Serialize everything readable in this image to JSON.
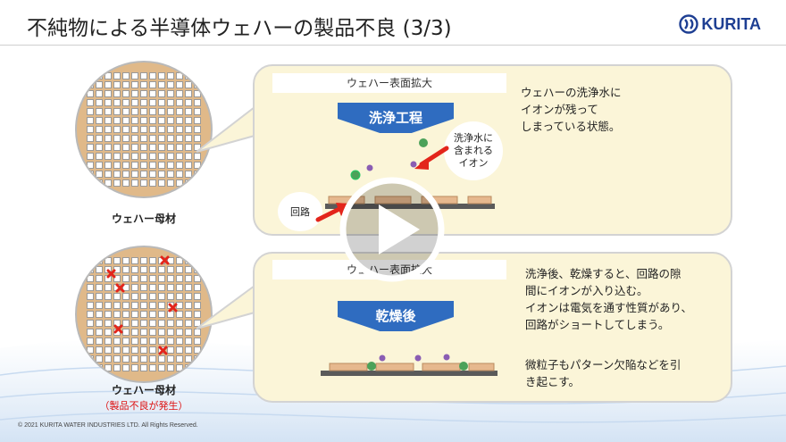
{
  "slide": {
    "title": "不純物による半導体ウェハーの製品不良 (3/3)",
    "logo_text": "KURITA",
    "copyright": "© 2021 KURITA WATER INDUSTRIES LTD. All Rights Reserved."
  },
  "top_section": {
    "wafer_label": "ウェハー母材",
    "panel_label": "ウェハー表面拡大",
    "process_label": "洗浄工程",
    "description": "ウェハーの洗浄水に\nイオンが残って\nしまっている状態。",
    "ion_callout": "洗浄水に\n含まれる\nイオン",
    "circuit_callout": "回路"
  },
  "bottom_section": {
    "wafer_label": "ウェハー母材",
    "wafer_note": "（製品不良が発生）",
    "panel_label": "ウェハー表面拡大",
    "process_label": "乾燥後",
    "description_1": "洗浄後、乾燥すると、回路の隙\n間にイオンが入り込む。\nイオンは電気を通す性質があり、\n回路がショートしてしまう。",
    "description_2": "微粒子もパターン欠陥などを引\nき起こす。"
  },
  "video": {
    "play_icon": "play-icon"
  },
  "colors": {
    "wafer_orange": "#e0b989",
    "bubble_bg": "#fbf5d8",
    "arrow_blue": "#2f6cc0",
    "defect_red": "#e3251b",
    "brand_blue": "#1e3f93"
  }
}
